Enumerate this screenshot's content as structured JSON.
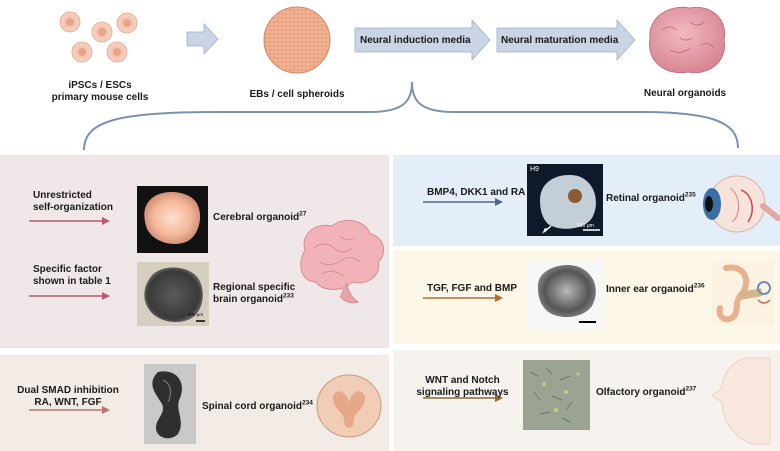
{
  "top": {
    "source_label_1": "iPSCs / ESCs",
    "source_label_2": "primary mouse cells",
    "eb_label": "EBs / cell spheroids",
    "induction_label": "Neural induction media",
    "maturation_label": "Neural maturation media",
    "organoid_label": "Neural organoids"
  },
  "brain_panel": {
    "cond1_line1": "Unrestricted",
    "cond1_line2": "self-organization",
    "cerebral_label": "Cerebral organoid",
    "cerebral_ref": "27",
    "cond2_line1": "Specific factor",
    "cond2_line2": "shown in table 1",
    "regional_line1": "Regional specific",
    "regional_line2": "brain organoid",
    "regional_ref": "233",
    "scale_bar": "300 μm"
  },
  "spinal_panel": {
    "cond_line1": "Dual SMAD inhibition",
    "cond_line2": "RA, WNT, FGF",
    "label": "Spinal cord organoid",
    "ref": "234"
  },
  "retinal_panel": {
    "cond": "BMP4, DKK1 and RA",
    "label": "Retinal organoid",
    "ref": "235",
    "image_tag": "H9",
    "scale_bar": "100 μm"
  },
  "ear_panel": {
    "cond": "TGF, FGF and BMP",
    "label": "Inner ear organoid",
    "ref": "236"
  },
  "olfactory_panel": {
    "cond_line1": "WNT and Notch",
    "cond_line2": "signaling pathways",
    "label": "Olfactory organoid",
    "ref": "237"
  },
  "colors": {
    "brain_bg": "#f0e8e8",
    "spinal_bg": "#f3ece6",
    "retinal_bg": "#e4eef8",
    "ear_bg": "#fdf7e8",
    "olfactory_bg": "#f6f2ee",
    "arrow_pink": "#b85c6a",
    "arrow_blue": "#4e6a86",
    "arrow_orange": "#b86a2e",
    "arrow_brown": "#8a6a2a"
  }
}
